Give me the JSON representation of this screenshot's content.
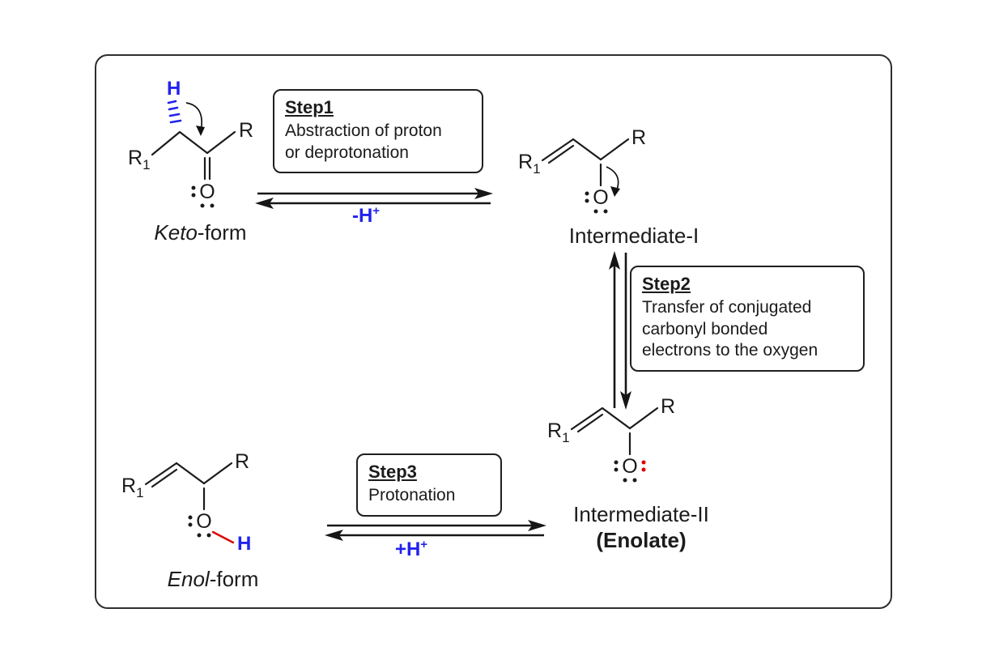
{
  "colors": {
    "blue": "#2222ee",
    "red": "#dd0000",
    "ink": "#1b1b1b"
  },
  "molecules": {
    "keto": {
      "h": "H",
      "r1": "R",
      "r1_sub": "1",
      "r": "R",
      "o": "O",
      "label_italic": "Keto",
      "label_rest": "-form"
    },
    "intermediate1": {
      "r1": "R",
      "r1_sub": "1",
      "r": "R",
      "o": "O",
      "label": "Intermediate-I"
    },
    "intermediate2": {
      "r1": "R",
      "r1_sub": "1",
      "r": "R",
      "o": "O",
      "label": "Intermediate-II",
      "sublabel": "(Enolate)"
    },
    "enol": {
      "r1": "R",
      "r1_sub": "1",
      "r": "R",
      "o": "O",
      "h": "H",
      "label_italic": "Enol",
      "label_rest": "-form"
    }
  },
  "steps": {
    "step1": {
      "title": "Step1",
      "lines": [
        "Abstraction of proton",
        "or deprotonation"
      ],
      "arrow_label": "-H",
      "arrow_sup": "+"
    },
    "step2": {
      "title": "Step2",
      "lines": [
        "Transfer of conjugated",
        "carbonyl bonded",
        "electrons to the oxygen"
      ]
    },
    "step3": {
      "title": "Step3",
      "lines": [
        "Protonation"
      ],
      "arrow_label": "+H",
      "arrow_sup": "+"
    }
  }
}
